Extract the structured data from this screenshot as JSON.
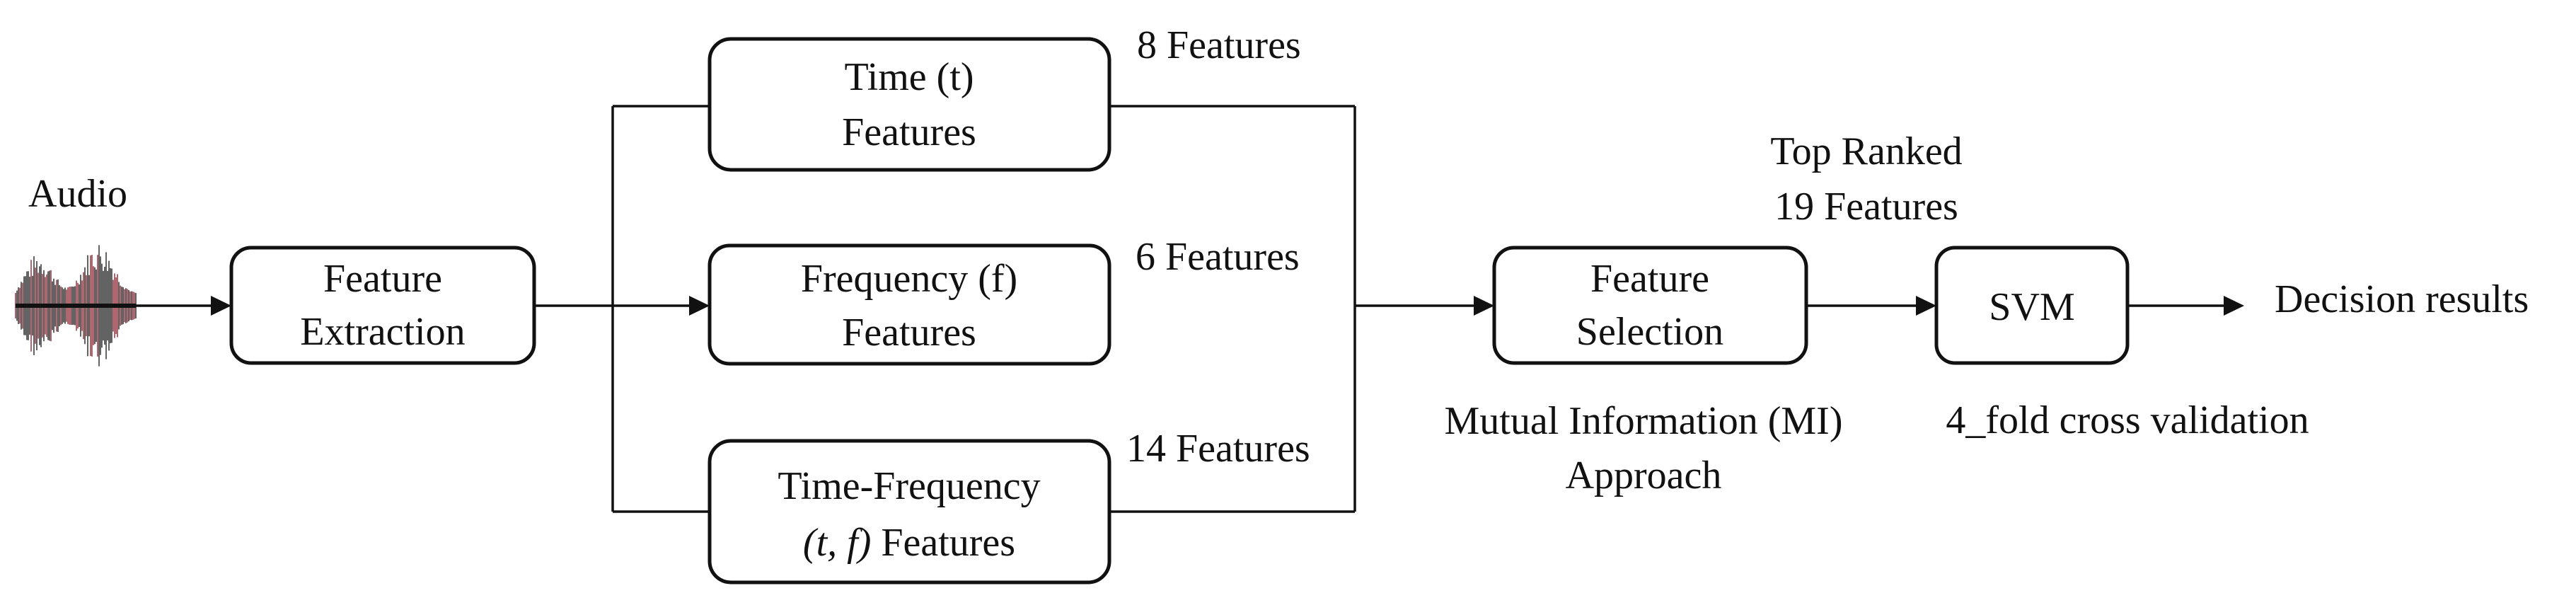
{
  "input": {
    "label": "Audio"
  },
  "nodes": {
    "feature_extraction": {
      "line1": "Feature",
      "line2": "Extraction"
    },
    "time": {
      "line1": "Time (t)",
      "line2": "Features"
    },
    "frequency": {
      "line1": "Frequency (f)",
      "line2": "Features"
    },
    "time_frequency": {
      "line1": "Time-Frequency",
      "line2_math": "(t, f)",
      "line2_rest": " Features"
    },
    "feature_selection": {
      "line1": "Feature",
      "line2": "Selection"
    },
    "svm": {
      "label": "SVM"
    }
  },
  "feature_counts": {
    "time": "8 Features",
    "frequency": "6 Features",
    "time_frequency": "14 Features"
  },
  "selection": {
    "top_ranked_line1": "Top Ranked",
    "top_ranked_line2": "19 Features",
    "method_line1": "Mutual Information (MI)",
    "method_line2": "Approach"
  },
  "classifier": {
    "validation": "4_fold cross validation"
  },
  "output": {
    "label": "Decision results"
  }
}
